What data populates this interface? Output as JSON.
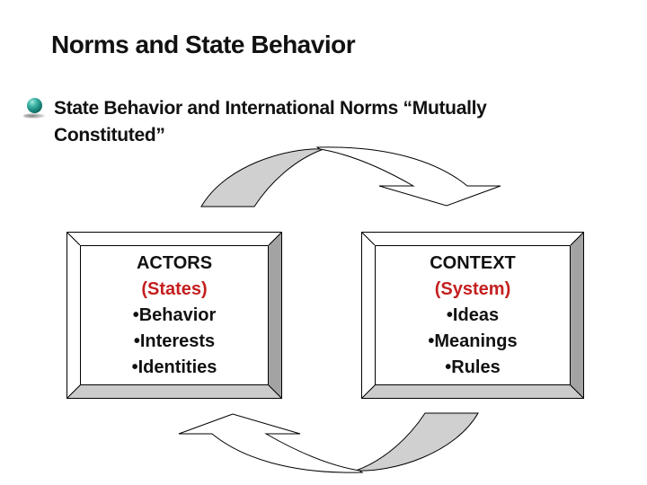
{
  "colors": {
    "title_text": "#111111",
    "body_text": "#111111",
    "accent_red": "#c41f1f",
    "arrow_fill_gray": "#d0d0d0",
    "frame_bevel_light": "#ffffff",
    "frame_bevel_right": "#a3a3a3",
    "frame_bevel_bottom": "#cbcbcb",
    "bullet_teal": "#157f75"
  },
  "slide": {
    "title": "Norms and State Behavior",
    "bullet": {
      "icon": "globe-sphere-icon",
      "lines": [
        "State Behavior and International Norms “Mutually",
        "Constituted”"
      ]
    },
    "diagram": {
      "cycle_arrows": [
        "curved-arrow-top-right",
        "curved-arrow-bottom-left"
      ],
      "boxes": [
        {
          "title": "ACTORS",
          "subtitle": "(States)",
          "items": [
            "•Behavior",
            "•Interests",
            "•Identities"
          ]
        },
        {
          "title": "CONTEXT",
          "subtitle": "(System)",
          "items": [
            "•Ideas",
            "•Meanings",
            "•Rules"
          ]
        }
      ]
    }
  }
}
